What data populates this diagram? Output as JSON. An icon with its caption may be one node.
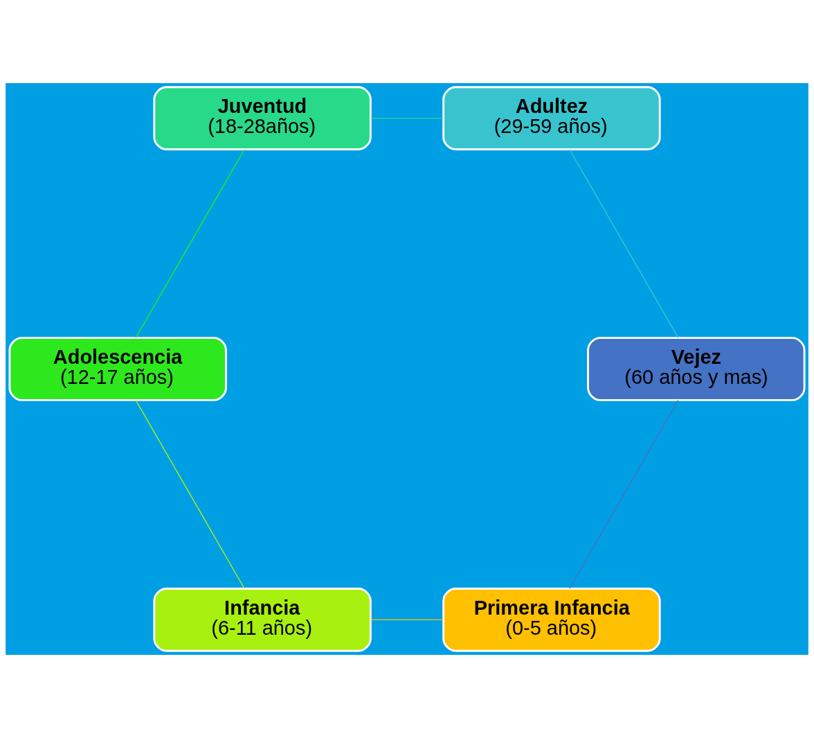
{
  "diagram": {
    "nodes": [
      {
        "text": [
          "Primera Infancia",
          "(0-5 años)"
        ]
      },
      {
        "text": [
          "Infancia",
          "(6-11 años)"
        ]
      },
      {
        "text": [
          "Adolescencia",
          "(12-17 años)"
        ]
      },
      {
        "text": [
          "Juventud",
          "(18-28años)"
        ]
      },
      {
        "text": [
          "Adultez",
          "(29-59 años)"
        ]
      },
      {
        "text": [
          "Vejez",
          "(60 años y mas)"
        ]
      }
    ],
    "edges": [
      {
        "from": 0,
        "to": 1,
        "arrow": "none",
        "color": "#ffc000"
      },
      {
        "from": 1,
        "to": 2,
        "arrow": "none",
        "color": "#a8f00f"
      },
      {
        "from": 2,
        "to": 3,
        "arrow": "none",
        "color": "#2ee81e"
      },
      {
        "from": 3,
        "to": 4,
        "arrow": "none",
        "color": "#29d98a"
      },
      {
        "from": 4,
        "to": 5,
        "arrow": "none",
        "color": "#38c4cf"
      },
      {
        "from": 5,
        "to": 0,
        "arrow": "none",
        "color": "#4472c4"
      }
    ]
  }
}
